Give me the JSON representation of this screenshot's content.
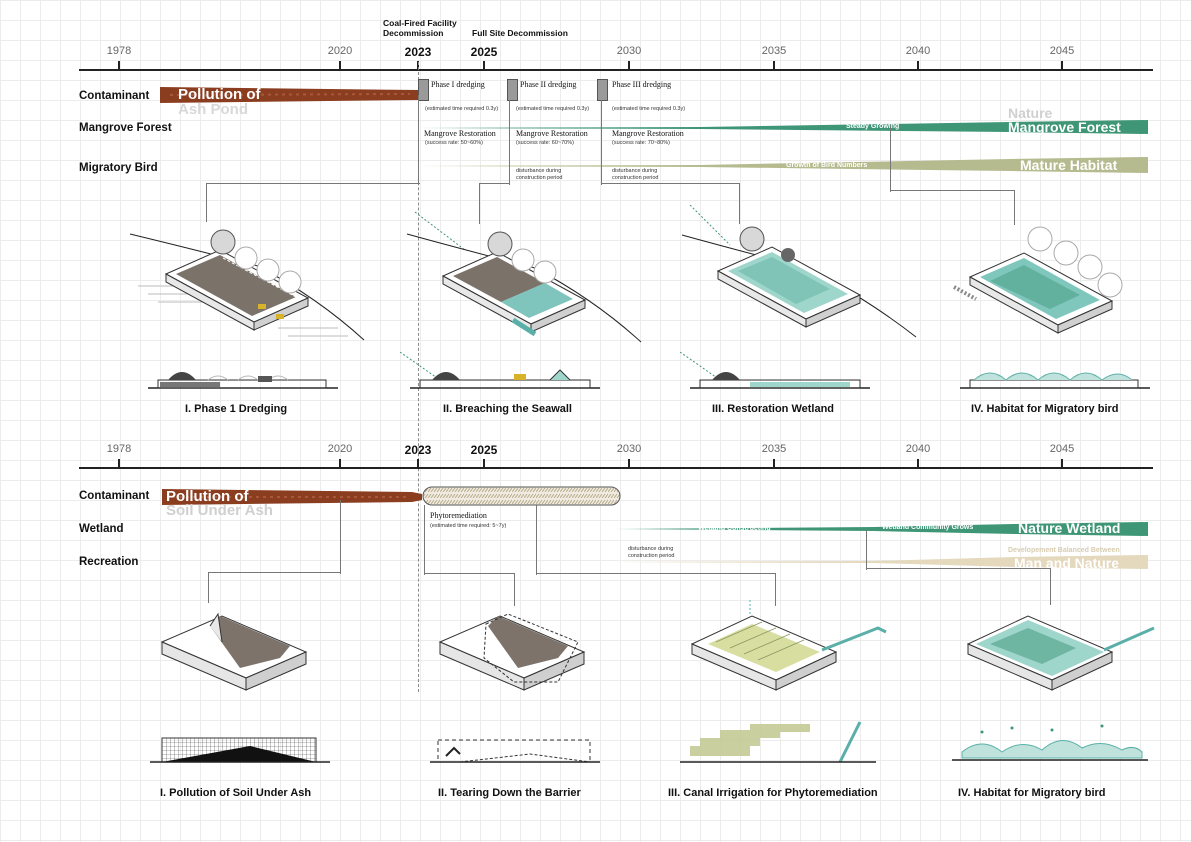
{
  "top": {
    "events": {
      "coal_line1": "Coal-Fired Facility",
      "coal_line2": "Decommission",
      "full_site": "Full Site Decommission"
    },
    "years": [
      "1978",
      "2020",
      "2023",
      "2025",
      "2030",
      "2035",
      "2040",
      "2045"
    ],
    "rows": {
      "contaminant": "Contaminant",
      "mangrove": "Mangrove Forest",
      "bird": "Migratory Bird"
    },
    "contaminant_band": {
      "line1": "Pollution of",
      "line2": "Ash Pond"
    },
    "phases": [
      {
        "name": "Phase I dredging",
        "time": "(estimated time required 0.3y)"
      },
      {
        "name": "Phase II dredging",
        "time": "(estimated time required 0.3y)"
      },
      {
        "name": "Phase III dredging",
        "time": "(estimated time required 0.3y)"
      }
    ],
    "restorations": [
      {
        "name": "Mangrove Restoration",
        "rate": "(success rate: 50~60%)"
      },
      {
        "name": "Mangrove Restoration",
        "rate": "(success rate: 60~70%)"
      },
      {
        "name": "Mangrove Restoration",
        "rate": "(success rate: 70~80%)"
      }
    ],
    "disturbance": {
      "line1": "disturbance during",
      "line2": "construction period"
    },
    "mangrove_band": {
      "mid": "Steady Growing",
      "end_line1": "Nature",
      "end_line2": "Mangrove Forest"
    },
    "bird_band": {
      "mid": "Growth of Bird Numbers",
      "end": "Mature Habitat"
    },
    "captions": [
      "I.   Phase 1 Dredging",
      "II.   Breaching the Seawall",
      "III.   Restoration Wetland",
      "IV.   Habitat for Migratory bird"
    ]
  },
  "bottom": {
    "years": [
      "1978",
      "2020",
      "2023",
      "2025",
      "2030",
      "2035",
      "2040",
      "2045"
    ],
    "rows": {
      "contaminant": "Contaminant",
      "wetland": "Wetland",
      "recreation": "Recreation"
    },
    "contaminant_band": {
      "line1": "Pollution of",
      "line2": "Soil Under Ash"
    },
    "phyto": {
      "name": "Phytoremediation",
      "time": "(estimated time required: 5~7y)"
    },
    "disturbance": {
      "line1": "disturbance during",
      "line2": "construction period"
    },
    "wetland_band": {
      "label1": "Wetland Constructing",
      "label2": "Wetland Community Grows",
      "end": "Nature Wetland"
    },
    "recreation_band": {
      "end_line1": "Developement Balanced Between",
      "end_line2": "Man and Nature"
    },
    "captions": [
      "I.   Pollution of Soil Under Ash",
      "II.   Tearing Down the Barrier",
      "III.   Canal Irrigation for Phytoremediation",
      "IV.   Habitat for Migratory bird"
    ]
  },
  "colors": {
    "contaminant": "#8b3d20",
    "mangrove": "#3f9677",
    "bird": "#b5bb8e",
    "wetland": "#3f9677",
    "recreation": "#e4d8bd"
  }
}
